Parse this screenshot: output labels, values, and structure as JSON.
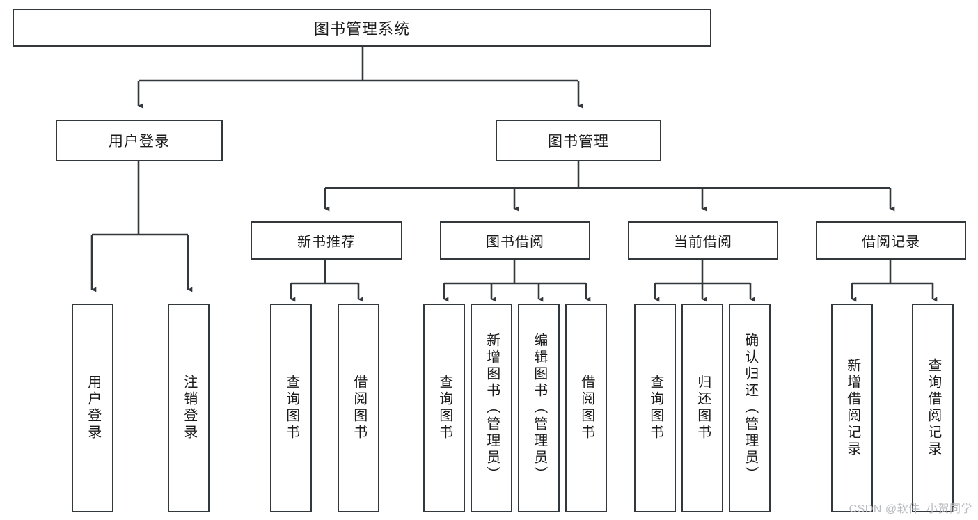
{
  "diagram": {
    "title": "图书管理系统",
    "type": "tree",
    "line_color": "#33383d",
    "box_fill": "#ffffff",
    "text_color": "#1b1b1b",
    "background": "#ffffff"
  },
  "root": {
    "label": "图书管理系统"
  },
  "level1": [
    {
      "label": "用户登录"
    },
    {
      "label": "图书管理"
    }
  ],
  "level2": [
    {
      "label": "新书推荐"
    },
    {
      "label": "图书借阅"
    },
    {
      "label": "当前借阅"
    },
    {
      "label": "借阅记录"
    }
  ],
  "leaves": {
    "user_login": [
      {
        "label": "用户登录"
      },
      {
        "label": "注销登录"
      }
    ],
    "new_book_recommend": [
      {
        "label": "查询图书"
      },
      {
        "label": "借阅图书"
      }
    ],
    "book_borrow": [
      {
        "label": "查询图书"
      },
      {
        "label": "新增图书（管理员）"
      },
      {
        "label": "编辑图书（管理员）"
      },
      {
        "label": "借阅图书"
      }
    ],
    "current_borrow": [
      {
        "label": "查询图书"
      },
      {
        "label": "归还图书"
      },
      {
        "label": "确认归还（管理员）"
      }
    ],
    "borrow_record": [
      {
        "label": "新增借阅记录"
      },
      {
        "label": "查询借阅记录"
      }
    ]
  },
  "watermark": {
    "text": "CSDN @软件_小贺同学",
    "color": "#b9bcc0"
  },
  "chart_data": {
    "type": "table",
    "title": "图书管理系统 功能结构图",
    "nodes": [
      {
        "level": 0,
        "label": "图书管理系统",
        "parent": null
      },
      {
        "level": 1,
        "label": "用户登录",
        "parent": "图书管理系统"
      },
      {
        "level": 1,
        "label": "图书管理",
        "parent": "图书管理系统"
      },
      {
        "level": 2,
        "label": "用户登录",
        "parent": "用户登录"
      },
      {
        "level": 2,
        "label": "注销登录",
        "parent": "用户登录"
      },
      {
        "level": 2,
        "label": "新书推荐",
        "parent": "图书管理"
      },
      {
        "level": 2,
        "label": "图书借阅",
        "parent": "图书管理"
      },
      {
        "level": 2,
        "label": "当前借阅",
        "parent": "图书管理"
      },
      {
        "level": 2,
        "label": "借阅记录",
        "parent": "图书管理"
      },
      {
        "level": 3,
        "label": "查询图书",
        "parent": "新书推荐"
      },
      {
        "level": 3,
        "label": "借阅图书",
        "parent": "新书推荐"
      },
      {
        "level": 3,
        "label": "查询图书",
        "parent": "图书借阅"
      },
      {
        "level": 3,
        "label": "新增图书（管理员）",
        "parent": "图书借阅"
      },
      {
        "level": 3,
        "label": "编辑图书（管理员）",
        "parent": "图书借阅"
      },
      {
        "level": 3,
        "label": "借阅图书",
        "parent": "图书借阅"
      },
      {
        "level": 3,
        "label": "查询图书",
        "parent": "当前借阅"
      },
      {
        "level": 3,
        "label": "归还图书",
        "parent": "当前借阅"
      },
      {
        "level": 3,
        "label": "确认归还（管理员）",
        "parent": "当前借阅"
      },
      {
        "level": 3,
        "label": "新增借阅记录",
        "parent": "借阅记录"
      },
      {
        "level": 3,
        "label": "查询借阅记录",
        "parent": "借阅记录"
      }
    ]
  }
}
